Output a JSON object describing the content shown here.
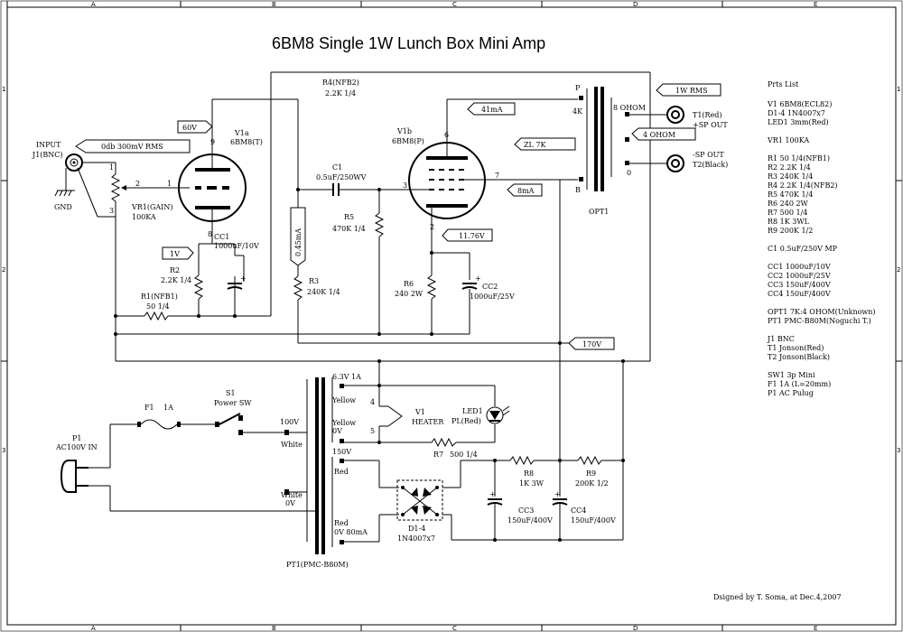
{
  "title": "6BM8 Single 1W Lunch Box Mini Amp",
  "credit": "Dsigned by T. Soma, at Dec.4,2007",
  "grid": {
    "cols": [
      "A",
      "B",
      "C",
      "D",
      "E"
    ],
    "rows": [
      "1",
      "2",
      "3"
    ]
  },
  "input": {
    "label": "INPUT",
    "jack": "J1(BNC)",
    "gnd": "GND",
    "level_flag": "0db 300mV RMS",
    "vr_name": "VR1(GAIN)",
    "vr_value": "100KA",
    "pin1": "1",
    "pin2": "2",
    "pin3": "3"
  },
  "v1a": {
    "name": "V1a",
    "type": "6BM8(T)",
    "pin9": "9",
    "pin1": "1",
    "pin8": "8",
    "plate_flag": "60V",
    "cathode_flag": "1V"
  },
  "r4": {
    "name": "R4(NFB2)",
    "value": "2.2K 1/4"
  },
  "c1": {
    "name": "C1",
    "value": "0.5uF/250WV"
  },
  "r5": {
    "name": "R5",
    "value": "470K 1/4"
  },
  "r3": {
    "name": "R3",
    "value": "240K 1/4"
  },
  "r3_current": "0.45mA",
  "cc1": {
    "name": "CC1",
    "value": "1000uF/10V"
  },
  "r2": {
    "name": "R2",
    "value": "2.2K 1/4"
  },
  "r1": {
    "name": "R1(NFB1)",
    "value": "50 1/4"
  },
  "v1b": {
    "name": "V1b",
    "type": "6BM8(P)",
    "pin6": "6",
    "pin3": "3",
    "pin7": "7",
    "pin2": "2",
    "plate_current": "41mA",
    "screen_current": "8mA",
    "cathode_flag": "11.76V"
  },
  "r6": {
    "name": "R6",
    "value": "240 2W"
  },
  "cc2": {
    "name": "CC2",
    "value": "1000uF/25V"
  },
  "opt": {
    "name": "OPT1",
    "p": "P",
    "p_value": "4K",
    "b": "B",
    "ohm8": "8 OHOM",
    "ohm4": "4 OHOM",
    "zero": "0",
    "zl": "ZL 7K",
    "out_flag": "1W RMS",
    "t1": "T1(Red)",
    "sp_plus": "+SP OUT",
    "sp_minus": "-SP OUT",
    "t2": "T2(Black)"
  },
  "b_plus_flag": "170V",
  "power": {
    "plug": "P1",
    "plug_label": "AC100V IN",
    "fuse": "F1",
    "fuse_value": "1A",
    "switch": "S1",
    "switch_label": "Power SW",
    "pt_name": "PT1(PMC-B80M)",
    "w100": "100V",
    "white1": "White",
    "w0": "0V",
    "white2": "White",
    "h_rating": "6.3V 1A",
    "yellow1": "Yellow",
    "yellow2": "Yellow",
    "h0": "0V",
    "pin4": "4",
    "pin5": "5",
    "heater_name": "V1",
    "heater_label": "HEATER",
    "led_name": "LED1",
    "led_label": "PL(Red)",
    "r7": "R7",
    "r7_value": "500 1/4",
    "w150": "150V",
    "red1": "Red",
    "red2": "Red",
    "red_rating": "0V 80mA",
    "d_name": "D1-4",
    "d_value": "1N4007x7",
    "r8": "R8",
    "r8_value": "1K 3W",
    "r9": "R9",
    "r9_value": "200K 1/2",
    "cc3": "CC3",
    "cc3_value": "150uF/400V",
    "cc4": "CC4",
    "cc4_value": "150uF/400V"
  },
  "parts_list": {
    "heading": "Prts List",
    "lines": [
      "V1 6BM8(ECL82)",
      "D1-4 1N4007x7",
      "LED1 3mm(Red)",
      "",
      "VR1 100KA",
      "",
      "R1 50 1/4(NFB1)",
      "R2 2.2K 1/4",
      "R3 240K 1/4",
      "R4 2.2K 1/4(NFB2)",
      "R5 470K 1/4",
      "R6 240 2W",
      "R7 500 1/4",
      "R8 1K 3WL",
      "R9 200K 1/2",
      "",
      "C1 0.5uF/250V MP",
      "",
      "CC1 1000uF/10V",
      "CC2 1000uF/25V",
      "CC3 150uF/400V",
      "CC4 150uF/400V",
      "",
      "OPT1 7K:4 OHOM(Unknown)",
      "PT1 PMC-B80M(Noguchi T.)",
      "",
      "J1 BNC",
      "T1 Jonson(Red)",
      "T2 Jonson(Black)",
      "",
      "SW1 3p Mini",
      "F1 1A (L=20mm)",
      "P1 AC Pulug"
    ]
  }
}
